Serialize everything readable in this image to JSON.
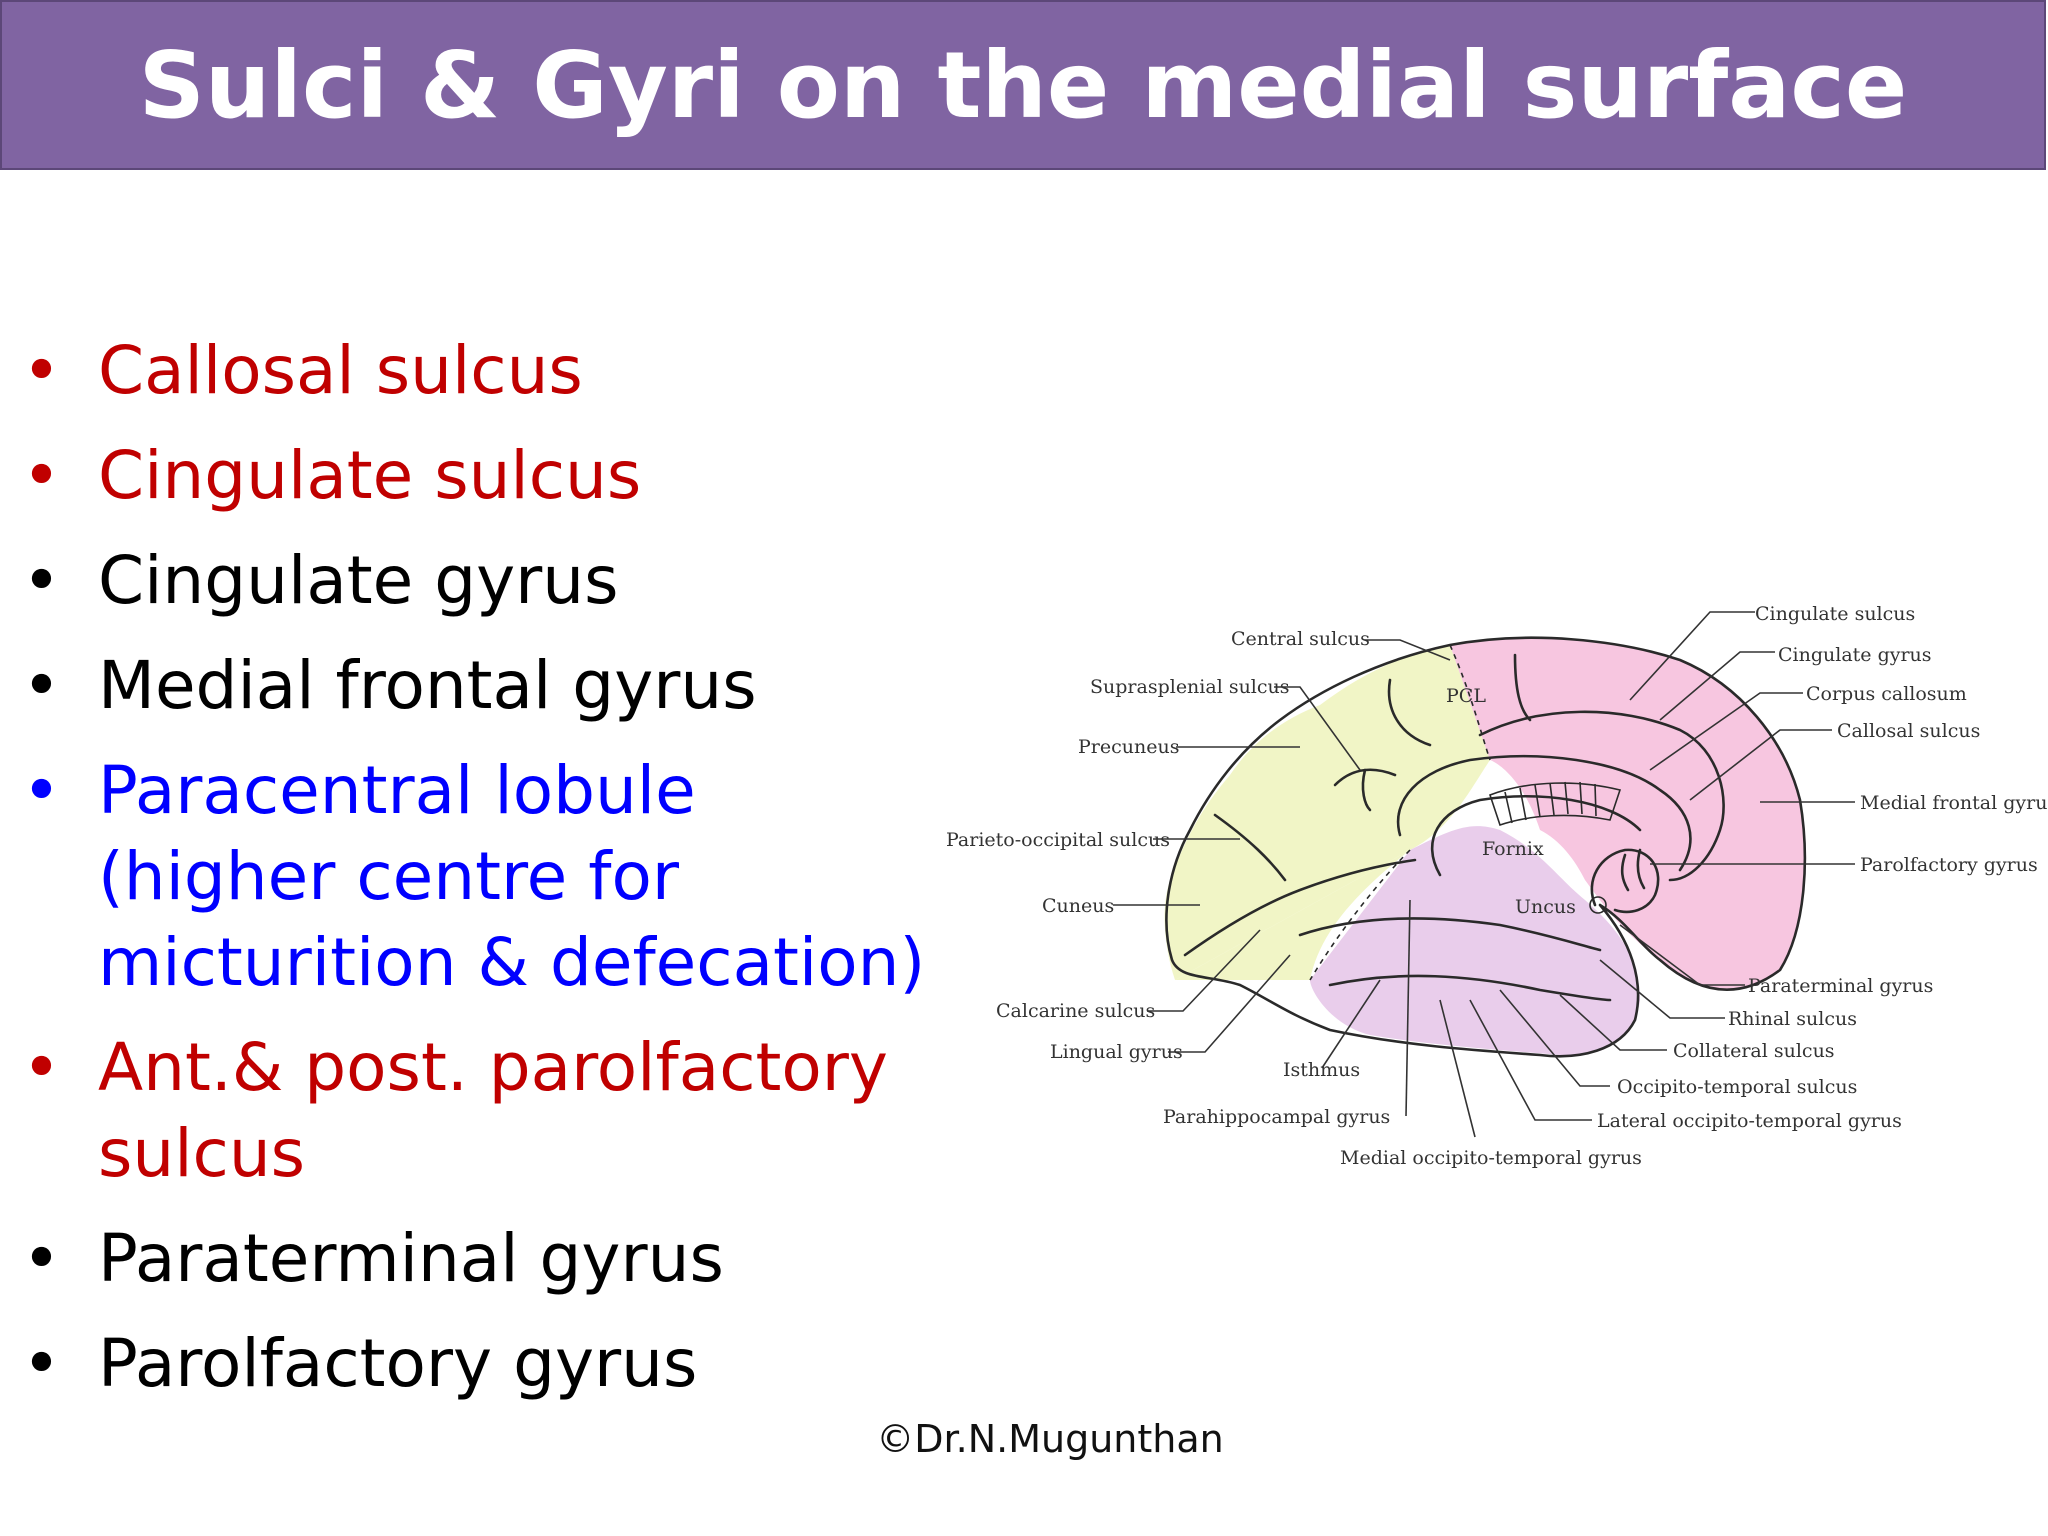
{
  "title": "Sulci & Gyri on the medial surface",
  "bullets": [
    {
      "text": "Callosal sulcus",
      "color": "#c00000"
    },
    {
      "text": "Cingulate sulcus",
      "color": "#c00000"
    },
    {
      "text": "Cingulate gyrus",
      "color": "#000000"
    },
    {
      "text": "Medial frontal gyrus",
      "color": "#000000"
    },
    {
      "text": "Paracentral lobule (higher centre for micturition & defecation)",
      "color": "#0000ff"
    },
    {
      "text": "Ant.& post. parolfactory sulcus",
      "color": "#c00000"
    },
    {
      "text": "Paraterminal gyrus",
      "color": "#000000"
    },
    {
      "text": "Parolfactory gyrus",
      "color": "#000000"
    }
  ],
  "footer": "©Dr.N.Mugunthan",
  "diagram": {
    "labels": {
      "cingulate_sulcus": "Cingulate sulcus",
      "cingulate_gyrus": "Cingulate gyrus",
      "corpus_callosum": "Corpus callosum",
      "callosal_sulcus": "Callosal sulcus",
      "medial_frontal_gyrus": "Medial frontal gyrus",
      "parolfactory_gyrus": "Parolfactory gyrus",
      "paraterminal_gyrus": "Paraterminal gyrus",
      "rhinal_sulcus": "Rhinal sulcus",
      "collateral_sulcus": "Collateral sulcus",
      "occipito_temporal_sulcus": "Occipito-temporal sulcus",
      "lateral_occipito_temporal_gyrus": "Lateral occipito-temporal gyrus",
      "medial_occipito_temporal_gyrus": "Medial occipito-temporal gyrus",
      "parahippocampal_gyrus": "Parahippocampal gyrus",
      "isthmus": "Isthmus",
      "lingual_gyrus": "Lingual gyrus",
      "calcarine_sulcus": "Calcarine sulcus",
      "cuneus": "Cuneus",
      "parieto_occipital_sulcus": "Parieto-occipital sulcus",
      "precuneus": "Precuneus",
      "suprasplenial_sulcus": "Suprasplenial sulcus",
      "central_sulcus": "Central sulcus",
      "pcl": "PCL",
      "fornix": "Fornix",
      "uncus": "Uncus"
    },
    "colors": {
      "parietal_occipital_region": "#f1f5c6",
      "frontal_region": "#f7c6e0",
      "temporal_region": "#e9cdeb",
      "outline": "#2a2a2a"
    }
  }
}
